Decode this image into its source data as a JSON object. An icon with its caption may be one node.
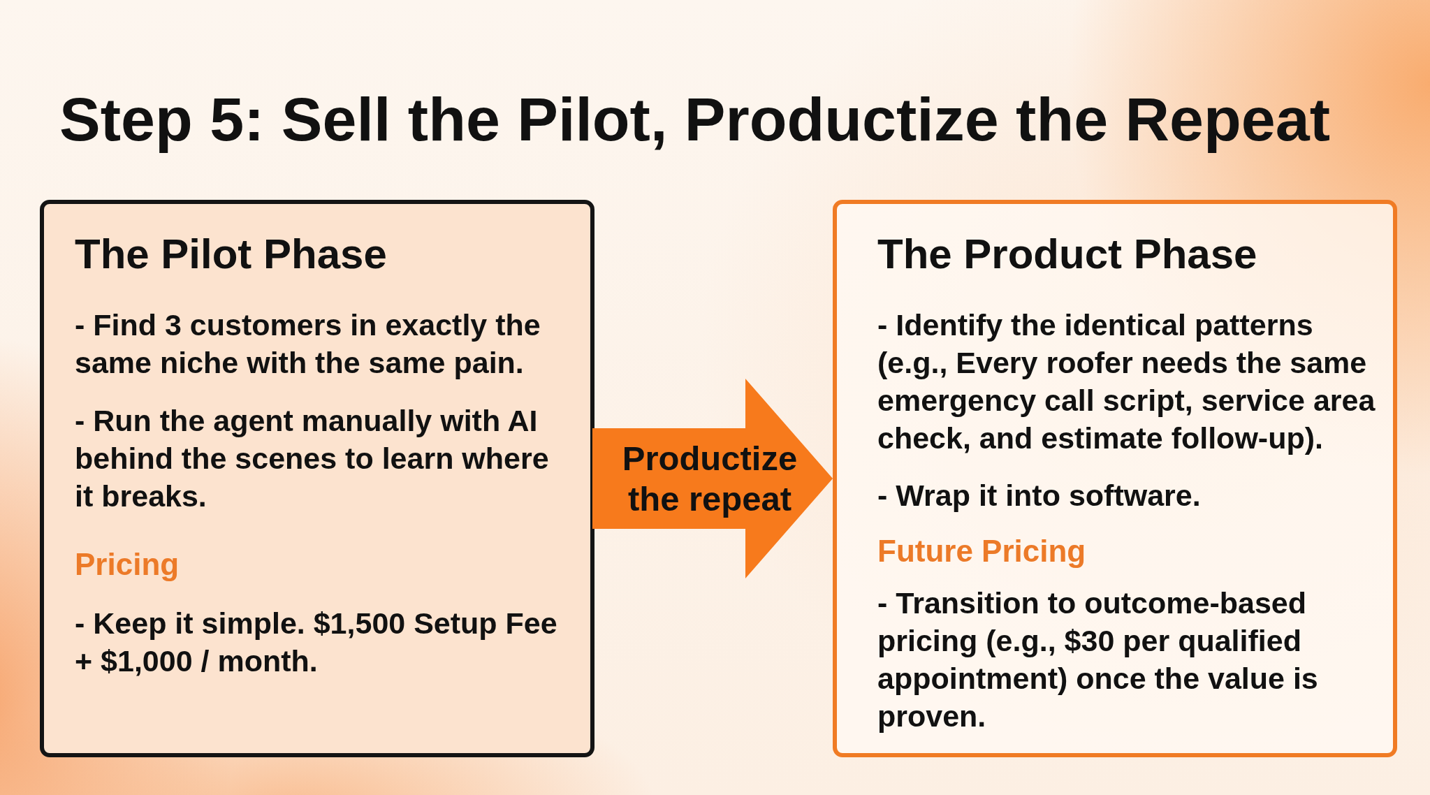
{
  "diagram": {
    "title": "Step 5: Sell the Pilot, Productize the Repeat",
    "nodes": [
      {
        "text": [
          "The Pilot Phase",
          "- Find 3 customers in exactly the same niche with the same pain.",
          "- Run the agent manually with AI behind the scenes to learn where it breaks.",
          "Pricing",
          "- Keep it simple. $1,500 Setup Fee + $1,000 / month."
        ]
      },
      {
        "text": [
          "The Product Phase",
          "- Identify the identical patterns (e.g., Every roofer needs the same emergency call script, service area check, and estimate follow-up).",
          "- Wrap it into software.",
          "Future Pricing",
          "- Transition to outcome-based pricing (e.g., $30 per qualified appointment) once the value is proven."
        ]
      }
    ],
    "edges": [
      {
        "from": 0,
        "to": 1,
        "arrow": "to",
        "label": "Productize the repeat",
        "style": "thick"
      }
    ]
  }
}
